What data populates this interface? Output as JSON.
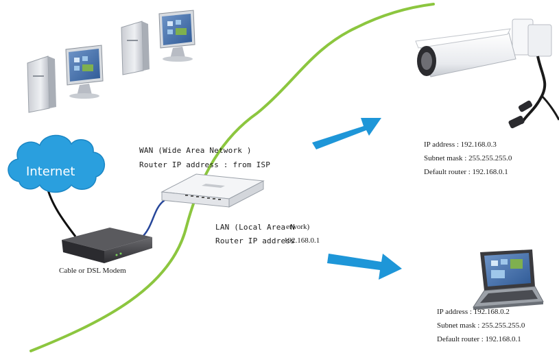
{
  "colors": {
    "boundary_line": "#8cc63f",
    "arrow": "#1e96d8",
    "cloud": "#2a9fde",
    "cable": "#27479a",
    "text": "#1a1a1a"
  },
  "internet": {
    "label": "Internet"
  },
  "modem": {
    "label": "Cable or DSL Modem"
  },
  "wan": {
    "title": "WAN (Wide Area Network )",
    "router_ip": "Router IP address : from ISP"
  },
  "lan": {
    "title_part1": "LAN (Local Area N",
    "title_part2": "etwork)",
    "router_ip_prefix": "Router IP address",
    "router_ip_value": "192.168.0.1"
  },
  "camera": {
    "ip_address": "IP address : 192.168.0.3",
    "subnet_mask": "Subnet mask : 255.255.255.0",
    "default_router": "Default router : 192.168.0.1"
  },
  "laptop": {
    "ip_address": "IP address : 192.168.0.2",
    "subnet_mask": "Subnet mask : 255.255.255.0",
    "default_router": "Default router : 192.168.0.1"
  },
  "icons": [
    "desktop-computer-icon",
    "internet-cloud-icon",
    "modem-icon",
    "router-icon",
    "ip-camera-icon",
    "laptop-icon",
    "arrow-icon"
  ]
}
